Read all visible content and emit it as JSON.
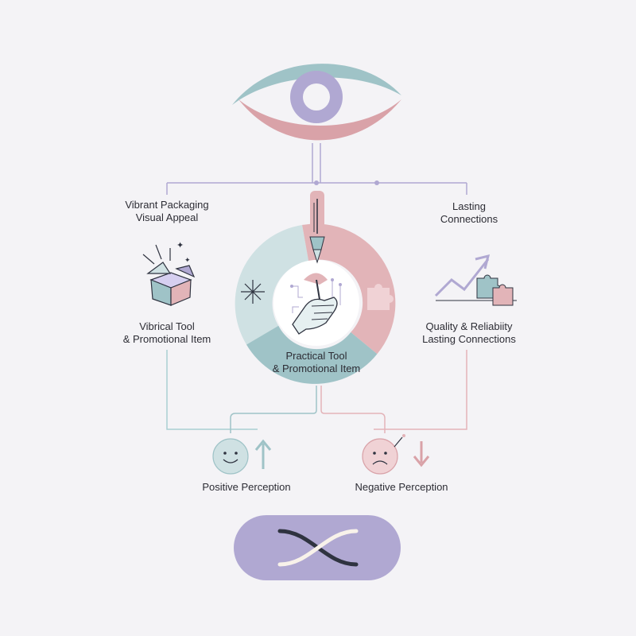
{
  "colors": {
    "background": "#f4f3f6",
    "teal": "#9fc3c7",
    "pink": "#d9a2a8",
    "lavender": "#b0a8d2",
    "connector_left": "#a9cfd2",
    "connector_right": "#e3b3b8",
    "dark": "#2f3340"
  },
  "top_left": {
    "line1": "Vibrant Packaging",
    "line2": "Visual Appeal"
  },
  "top_right": {
    "line1": "Lasting",
    "line2": "Connections"
  },
  "mid_left": {
    "line1": "Vibrical Tool",
    "line2": "& Promotional Item"
  },
  "mid_right": {
    "line1": "Quality & Reliabiity",
    "line2": "Lasting Connections"
  },
  "center": {
    "line1": "Practical Tool",
    "line2": "& Promotional Item"
  },
  "outcomes": {
    "positive": "Positive Perception",
    "negative": "Negative Perception"
  },
  "icons": {
    "top": "eye-icon",
    "left": "gift-box-icon",
    "right": "growth-puzzle-icon",
    "center": "hand-holding-pen-icon",
    "pen": "pen-icon",
    "sparkle": "sparkle-icon",
    "puzzle": "puzzle-icon",
    "positive": "smiley-face-icon",
    "negative": "frown-face-icon",
    "bottom": "crossing-curves-icon"
  }
}
